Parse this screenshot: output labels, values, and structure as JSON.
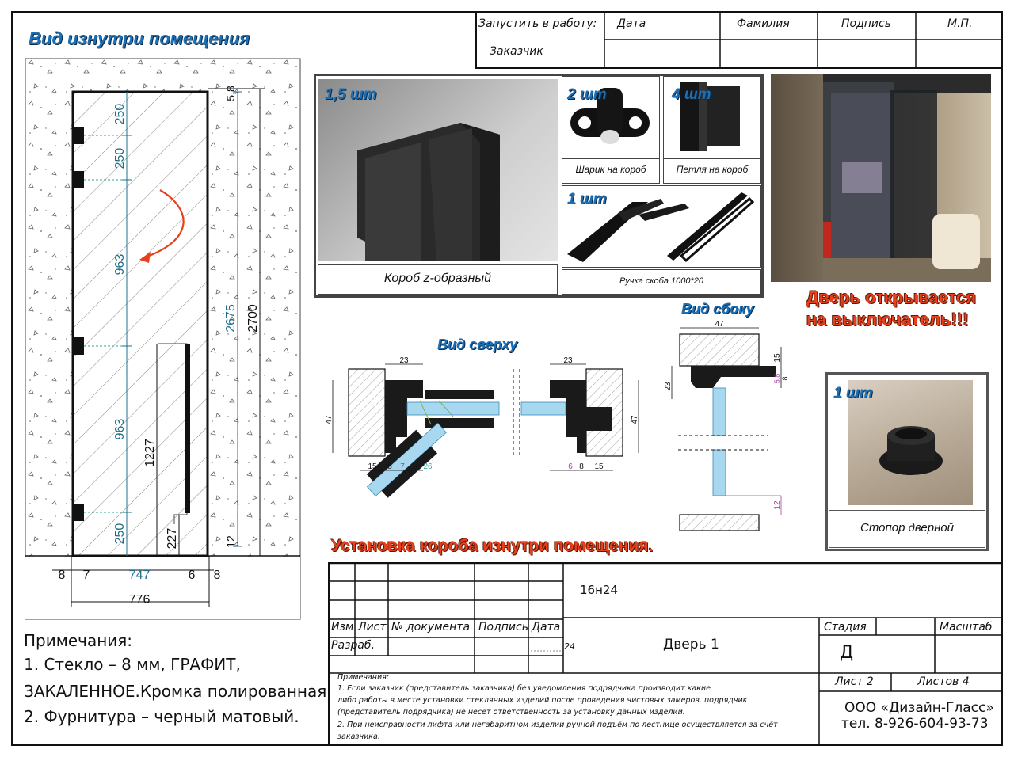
{
  "titles": {
    "inside_view": "Вид изнутри помещения",
    "top_view": "Вид сверху",
    "side_view": "Вид сбоку",
    "door_opens": [
      "Дверь открывается",
      "на выключатель!!!"
    ],
    "install": "Установка короба изнутри помещения."
  },
  "stamp_top": {
    "start_label": "Запустить в работу:",
    "customer_label": "Заказчик",
    "date": "Дата",
    "surname": "Фамилия",
    "signature": "Подпись",
    "seal": "М.П."
  },
  "products": {
    "box": {
      "qty": "1,5 шт",
      "caption": "Короб z-образный"
    },
    "ball": {
      "qty": "2 шт",
      "caption": "Шарик на короб"
    },
    "hinge": {
      "qty": "4 шт",
      "caption": "Петля на короб"
    },
    "handle": {
      "qty": "1 шт",
      "caption": "Ручка скоба 1000*20"
    },
    "stopper": {
      "qty": "1 шт",
      "caption": "Стопор дверной"
    }
  },
  "front_dims": {
    "d250a": "250",
    "d250b": "250",
    "d963a": "963",
    "d963b": "963",
    "d250c": "250",
    "d1227": "1227",
    "d227": "227",
    "d2675": "2675",
    "d2700": "2700",
    "d12": "12",
    "d58": "5,8",
    "d8l": "8",
    "d7": "7",
    "d747": "747",
    "d6": "6",
    "d8r": "8",
    "d776": "776"
  },
  "top_dims": {
    "d23l": "23",
    "d23r": "23",
    "d47l": "47",
    "d47r": "47",
    "d15l": "15",
    "d8l": "8",
    "d7": "7",
    "d26": "26",
    "d6": "6",
    "d8r": "8",
    "d15r": "15"
  },
  "side_dims": {
    "d47": "47",
    "d15": "15",
    "d23": "23",
    "d58": "5,8",
    "d8": "8",
    "d12": "12"
  },
  "notes": {
    "title": "Примечания:",
    "line1": "1. Стекло – 8 мм, ГРАФИТ,",
    "line2": "ЗАКАЛЕННОЕ.Кромка полированная.",
    "line3": "2. Фурнитура – черный матовый."
  },
  "title_block": {
    "code": "16н24",
    "izm": "Изм",
    "list": "Лист",
    "doc_no": "№ документа",
    "sign": "Подпись",
    "date": "Дата",
    "razrab": "Разраб.",
    "date_val": "24",
    "name": "Дверь 1",
    "stage_label": "Стадия",
    "scale_label": "Масштаб",
    "stage_val": "Д",
    "sheet": "Лист 2",
    "sheets": "Листов 4",
    "company": "ООО «Дизайн-Гласс»",
    "phone": "тел. 8-926-604-93-73",
    "notes_title": "Примечания:",
    "notes_lines": [
      "1. Если заказчик (представитель заказчика) без уведомления подрядчика производит какие",
      "либо работы в месте установки стеклянных изделий после проведения чистовых замеров, подрядчик",
      "(представитель подрядчика) не несет ответственность за установку данных изделий.",
      "2. При неисправности лифта или негабаритном изделии ручной подъём по лестнице осуществляется за счёт",
      "заказчика."
    ]
  },
  "colors": {
    "accent_blue": "#1b6fb5",
    "accent_red": "#e8401c",
    "dim_teal": "#1f6f8b",
    "glass": "#a8d8f0"
  }
}
